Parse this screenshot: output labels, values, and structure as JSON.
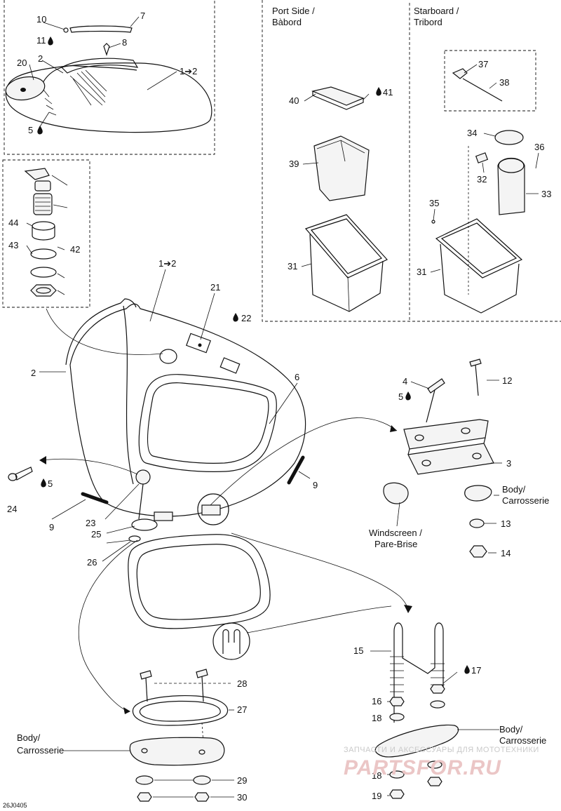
{
  "sections": {
    "port_side": "Port Side /",
    "port_side_fr": "Bàbord",
    "starboard": "Starboard /",
    "starboard_fr": "Tribord"
  },
  "annotations": {
    "body1": "Body/",
    "body1_fr": "Carrosserie",
    "body2": "Body/",
    "body2_fr": "Carrosserie",
    "body3": "Body/",
    "body3_fr": "Carrosserie",
    "windscreen": "Windscreen /",
    "windscreen_fr": "Pare-Brise"
  },
  "callouts": {
    "c1to2_top": "1➔2",
    "c1to2_mid": "1➔2",
    "c2_top": "2",
    "c2_left": "2",
    "c3": "3",
    "c4": "4",
    "c5_top": "5",
    "c5_right": "5",
    "c5_left": "5",
    "c6": "6",
    "c7": "7",
    "c8": "8",
    "c9_left": "9",
    "c9_right": "9",
    "c10": "10",
    "c11": "11",
    "c12": "12",
    "c13": "13",
    "c14": "14",
    "c15": "15",
    "c16": "16",
    "c17": "17",
    "c18_a": "18",
    "c18_b": "18",
    "c19": "19",
    "c20": "20",
    "c21": "21",
    "c22": "22",
    "c23": "23",
    "c24": "24",
    "c25": "25",
    "c26": "26",
    "c27": "27",
    "c28": "28",
    "c29": "29",
    "c30": "30",
    "c31_port": "31",
    "c31_star": "31",
    "c32": "32",
    "c33": "33",
    "c34": "34",
    "c35": "35",
    "c36": "36",
    "c37": "37",
    "c38": "38",
    "c39": "39",
    "c40": "40",
    "c41": "41",
    "c42": "42",
    "c43": "43",
    "c44": "44"
  },
  "drawing_code": "26J0405",
  "watermark": {
    "line1": "ЗАПЧАСТИ И АКСЕССУАРЫ ДЛЯ МОТОТЕХНИКИ",
    "line2": "PARTSFOR.RU"
  },
  "icons": {
    "sealant_drop": "drop-icon"
  }
}
